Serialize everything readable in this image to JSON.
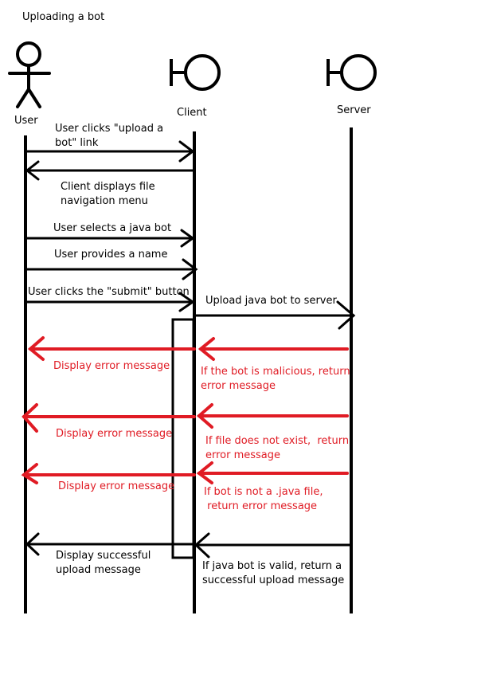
{
  "title": "Uploading a bot",
  "participants": {
    "user": "User",
    "client": "Client",
    "server": "Server"
  },
  "messages": {
    "m1": "User clicks \"upload a\nbot\" link",
    "m2": "Client displays file\nnavigation menu",
    "m3": "User selects a java bot",
    "m4": "User provides a name",
    "m5": "User clicks the \"submit\" button",
    "m6": "Upload java bot to server",
    "e1_server": "If the bot is malicious, return\nerror message",
    "e1_client": "Display error message",
    "e2_server": "If file does not exist,  return\nerror message",
    "e2_client": "Display error message",
    "e3_server": "If bot is not a .java file,\n return error message",
    "e3_client": "Display error message",
    "s_server": "If java bot is valid, return a\nsuccessful upload message",
    "s_client": "Display successful\nupload message"
  },
  "colors": {
    "line": "#000000",
    "error": "#e01b24"
  }
}
